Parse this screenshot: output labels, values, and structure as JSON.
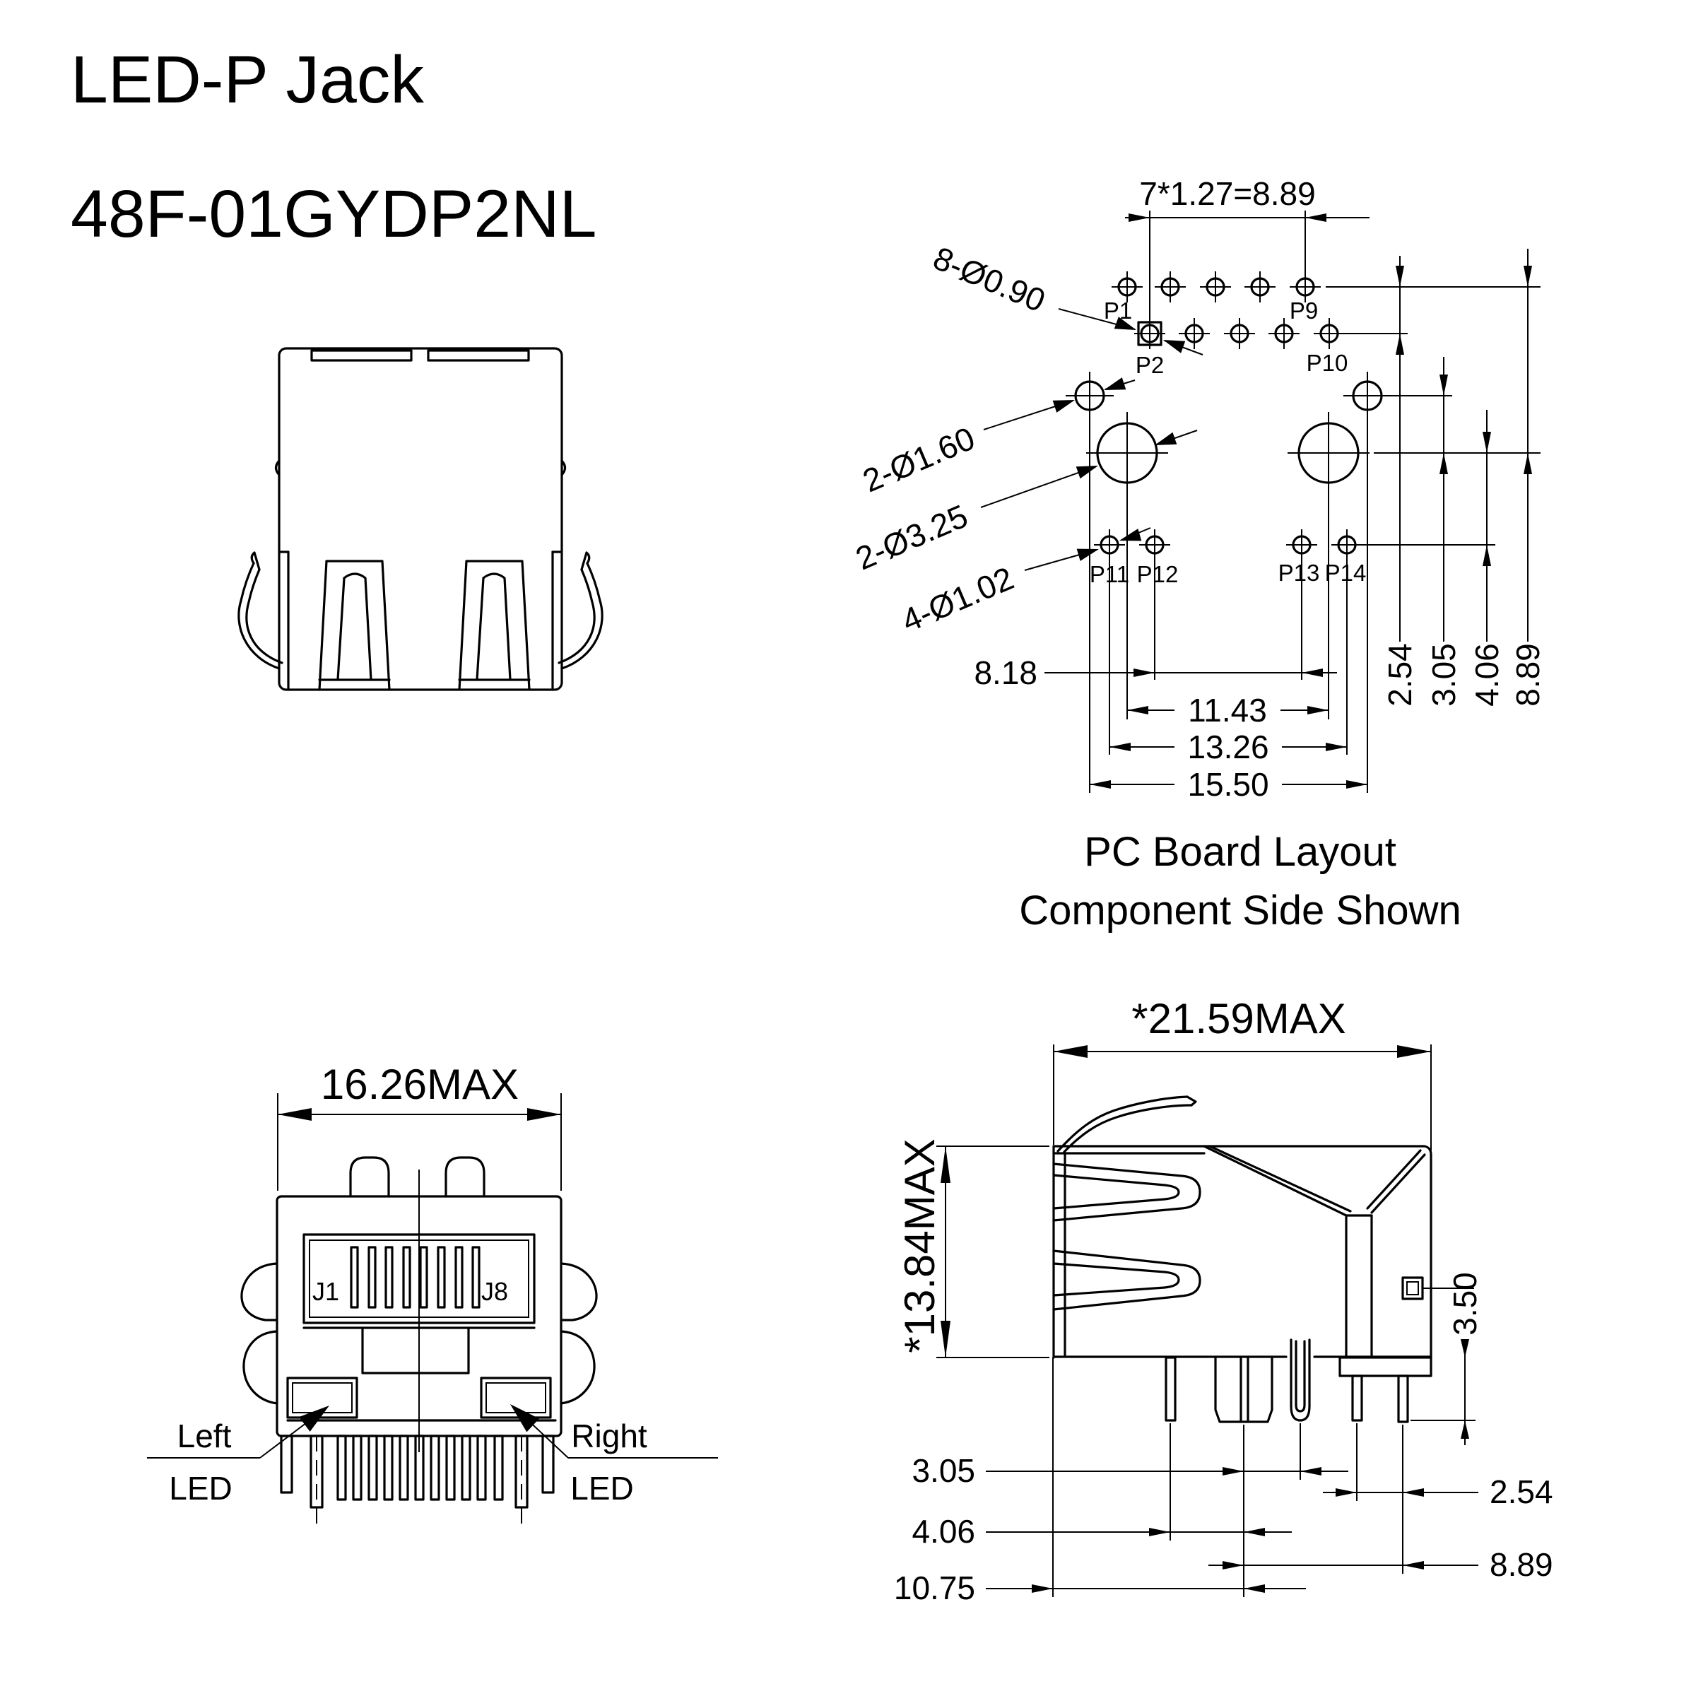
{
  "title": {
    "product": "LED-P Jack",
    "part_number": "48F-01GYDP2NL"
  },
  "pcb_layout": {
    "caption_line1": "PC Board Layout",
    "caption_line2": "Component Side Shown",
    "dim_pin_pitch": "7*1.27=8.89",
    "callout_signal_holes": "8-Ø0.90",
    "callout_led_holes": "2-Ø1.60",
    "callout_post_holes": "2-Ø3.25",
    "callout_led_pin_holes": "4-Ø1.02",
    "pins": {
      "p1": "P1",
      "p2": "P2",
      "p9": "P9",
      "p10": "P10",
      "p11": "P11",
      "p12": "P12",
      "p13": "P13",
      "p14": "P14"
    },
    "dims": {
      "h_8_18": "8.18",
      "h_11_43": "11.43",
      "h_13_26": "13.26",
      "h_15_50": "15.50",
      "v_2_54": "2.54",
      "v_3_05": "3.05",
      "v_4_06": "4.06",
      "v_8_89": "8.89"
    }
  },
  "front_view": {
    "dim_width": "16.26MAX",
    "contact_first": "J1",
    "contact_last": "J8",
    "left_led_line1": "Left",
    "left_led_line2": "LED",
    "right_led_line1": "Right",
    "right_led_line2": "LED"
  },
  "side_view": {
    "dim_width": "*21.59MAX",
    "dim_height": "*13.84MAX",
    "dims": {
      "pin_length": "3.50",
      "p_3_05": "3.05",
      "p_4_06": "4.06",
      "p_10_75": "10.75",
      "p_2_54": "2.54",
      "p_8_89": "8.89"
    }
  },
  "colors": {
    "line": "#000000",
    "background": "#ffffff"
  }
}
